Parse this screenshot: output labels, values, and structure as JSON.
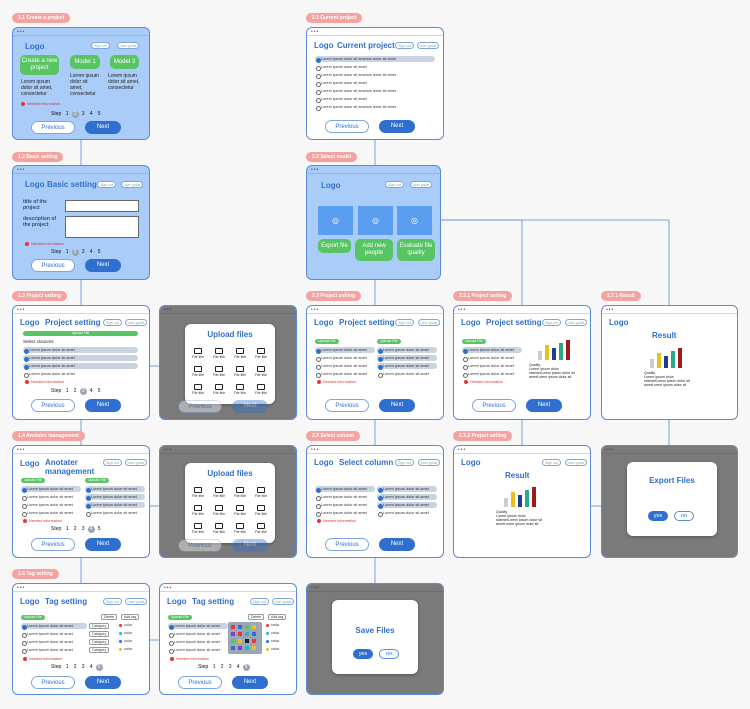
{
  "common": {
    "logo": "Logo",
    "sign_out": "Sign out",
    "user_guide": "User guide",
    "previous": "Previous",
    "next": "Next",
    "needed": "Needed information",
    "step": "Step",
    "upload_pill": "Upload File",
    "lorem_row": "Lorem ipsum dolor sit amet",
    "lorem_row_long": "Lorem ipsum dolor sit ametum dolor sit amet",
    "dots": "•••",
    "steps": [
      "1",
      "2",
      "3",
      "4",
      "5"
    ],
    "yes": "yes",
    "no": "no",
    "file_item": "File title"
  },
  "tags": {
    "t11": "1.1 Create a project",
    "t12": "1.2 Basic setting",
    "t13": "1.3 Project setting",
    "t14": "1.4 Anotater management",
    "t15": "1.5 Tag setting",
    "t21": "2.1 Current project",
    "t22": "2.2 Select model",
    "t23": "2.3 Project setting",
    "t231": "2.3.1 Project setting",
    "t232": "2.3.2 Project setting",
    "t24": "2.4 Select column",
    "t27": "2.7.1 Result"
  },
  "s11": {
    "create": "Create a new project",
    "model1": "Model 1",
    "model3": "Model 3",
    "desc1": "Lorem ipsum dolor sit amet, consectetur",
    "desc2": "Lorem ipsum dolor sit amet, consectetur",
    "desc3": "Lorem ipsum dolor sit amet, consectetur"
  },
  "s12": {
    "title": "Basic setting",
    "f1": "title of the project",
    "f2": "description of the project"
  },
  "s13": {
    "title": "Project setting",
    "select_columns": "Select clounms"
  },
  "upload": {
    "title": "Upload files"
  },
  "s14": {
    "title": "Anotater management"
  },
  "s15": {
    "title": "Tag setting",
    "delete": "Delete",
    "add": "Add tag",
    "color": "color",
    "category": "Category"
  },
  "s21": {
    "title": "Current project"
  },
  "s22": {
    "export": "Export file",
    "add": "Add new people",
    "eval": "Evaluate file quality"
  },
  "s23": {
    "title": "Project setting"
  },
  "s24": {
    "title": "Select column"
  },
  "save": {
    "title": "Save Files"
  },
  "result": {
    "title": "Result",
    "quality": "Quality",
    "desc": [
      "Lorem ipsum dolor",
      "sitametLorem ipsum dolor sit",
      "amett,orem ipsum dolor sit"
    ]
  },
  "export": {
    "title": "Export Files"
  },
  "colors": {
    "accent": "#2f6fd0",
    "green": "#57c563",
    "tag": "#f4a3a1",
    "panel": "#a9cdf8"
  }
}
